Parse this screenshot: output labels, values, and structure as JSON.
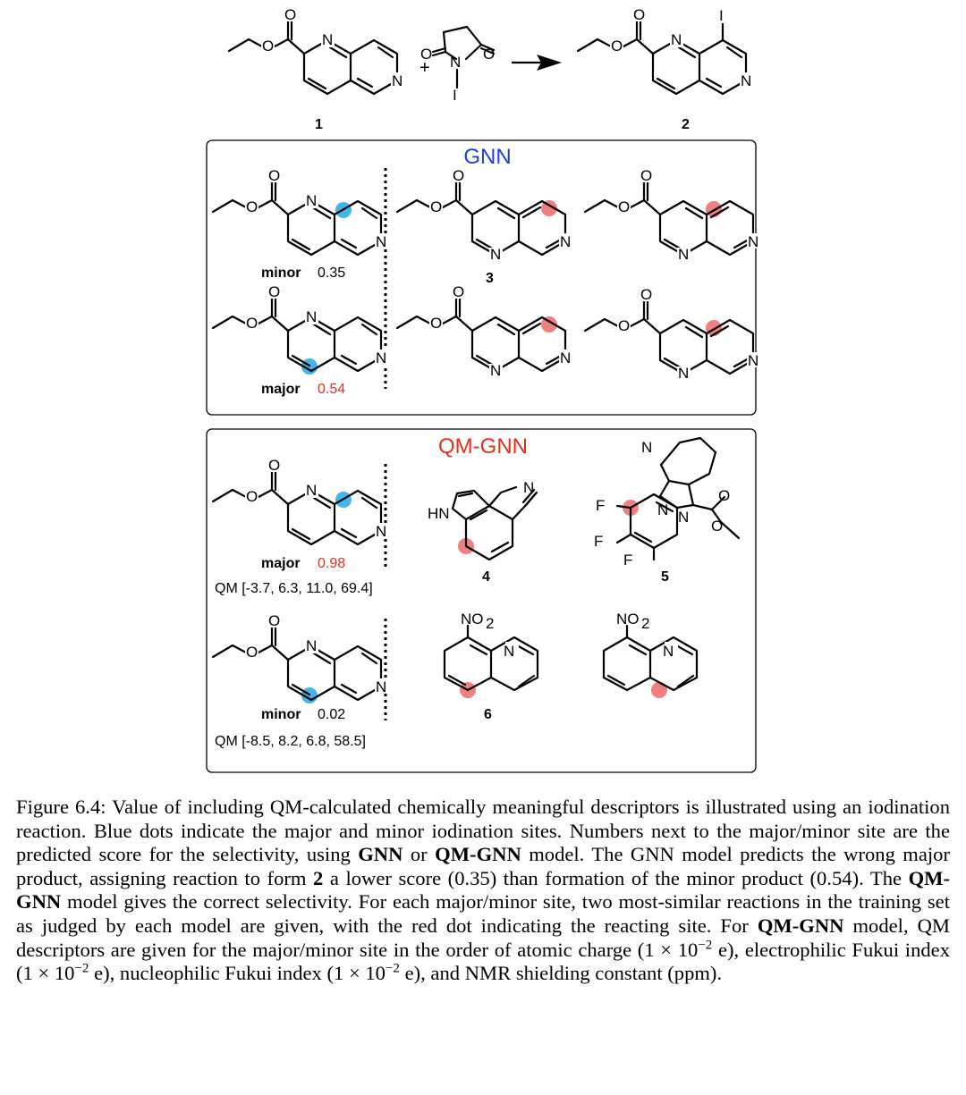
{
  "reaction": {
    "reactant_label": "1",
    "product_label": "2",
    "plus": "+"
  },
  "atoms": {
    "N": "N",
    "O": "O",
    "I": "I",
    "F": "F",
    "HN": "HN",
    "NO2_base": "NO",
    "NO2_sub": "2"
  },
  "gnn_panel": {
    "title": "GNN",
    "title_color": "#1f3fd6",
    "row1": {
      "tag": "minor",
      "score": "0.35",
      "score_color": "#000000",
      "compound": "3"
    },
    "row2": {
      "tag": "major",
      "score": "0.54",
      "score_color": "#e0321e"
    }
  },
  "qm_panel": {
    "title": "QM-GNN",
    "title_color": "#e0321e",
    "row1": {
      "tag": "major",
      "score": "0.98",
      "score_color": "#e0321e",
      "qm": "QM [-3.7, 6.3, 11.0, 69.4]",
      "compound_a": "4",
      "compound_b": "5"
    },
    "row2": {
      "tag": "minor",
      "score": "0.02",
      "score_color": "#000000",
      "qm": "QM [-8.5, 8.2, 6.8, 58.5]",
      "compound_a": "6"
    }
  },
  "colors": {
    "blue_dot": "#43b5ea",
    "red_dot": "#f08080"
  },
  "caption": {
    "p1": "Figure 6.4: Value of including QM-calculated chemically meaningful descriptors is illustrated using an iodination reaction.  Blue dots indicate the major and minor iodination sites. Numbers next to the major/minor site are the predicted score for the selectivity, using ",
    "b1": "GNN",
    "p2": " or ",
    "b2": "QM-GNN",
    "p3": " model. The GNN model predicts the wrong major product, assigning reaction to form ",
    "b3": "2",
    "p4": " a lower score (0.35) than formation of the minor product (0.54). The ",
    "b4": "QM-GNN",
    "p5": " model gives the correct selectivity. For each major/minor site, two most-similar reactions in the training set as judged by each model are given, with the red dot indicating the reacting site. For ",
    "b5": "QM-GNN",
    "p6": " model, QM descriptors are given for the major/minor site in the order of atomic charge (1 × 10",
    "s1": "−2",
    "p7": " e), electrophilic Fukui index (1 × 10",
    "s2": "−2",
    "p8": " e), nucleophilic Fukui index (1 × 10",
    "s3": "−2",
    "p9": " e), and NMR shielding constant (ppm)."
  }
}
